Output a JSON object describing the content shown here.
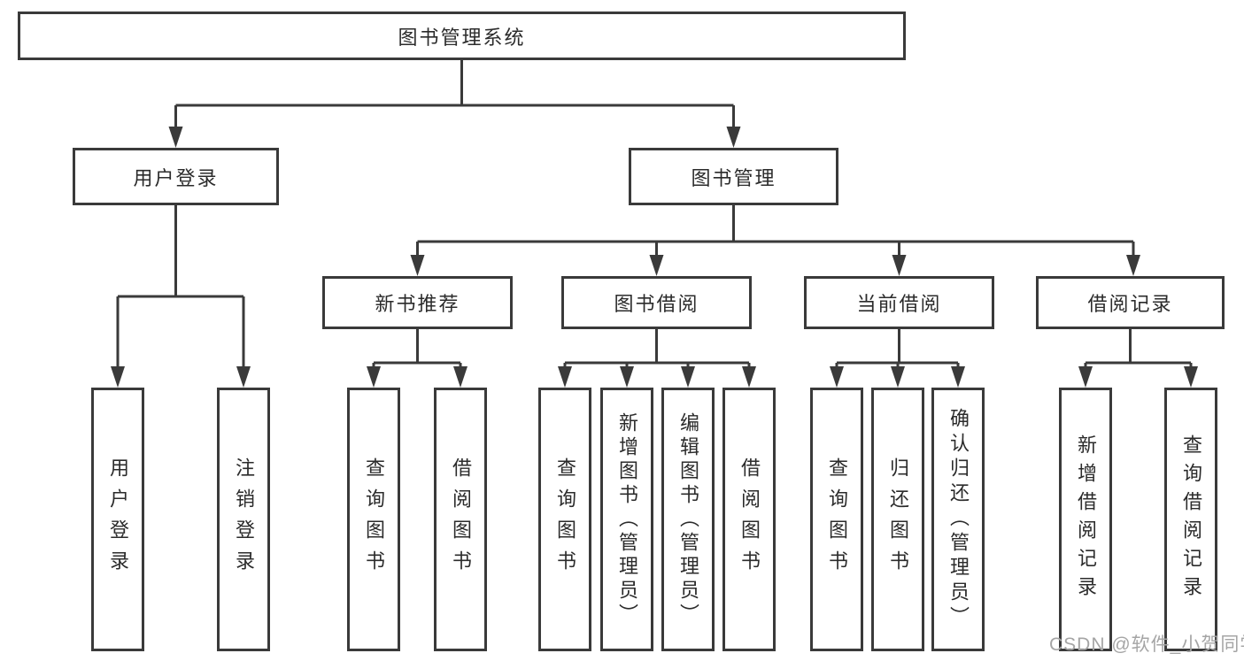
{
  "diagram": {
    "root": {
      "label": "图书管理系统"
    },
    "level2": [
      {
        "label": "用户登录"
      },
      {
        "label": "图书管理"
      }
    ],
    "level3": [
      {
        "label": "新书推荐"
      },
      {
        "label": "图书借阅"
      },
      {
        "label": "当前借阅"
      },
      {
        "label": "借阅记录"
      }
    ],
    "leaves": {
      "user_login": [
        "用户登录",
        "注销登录"
      ],
      "new_book_recommend": [
        "查询图书",
        "借阅图书"
      ],
      "book_borrow": [
        "查询图书",
        "新增图书（管理员）",
        "编辑图书（管理员）",
        "借阅图书"
      ],
      "current_borrow": [
        "查询图书",
        "归还图书",
        "确认归还（管理员）"
      ],
      "borrow_records": [
        "新增借阅记录",
        "查询借阅记录"
      ]
    }
  },
  "watermark": {
    "text": "CSDN @软件_小贺同学"
  },
  "colors": {
    "line": "#3a3a3a",
    "text": "#2b2b2b",
    "watermark": "#a5a5a5",
    "background": "#ffffff"
  }
}
